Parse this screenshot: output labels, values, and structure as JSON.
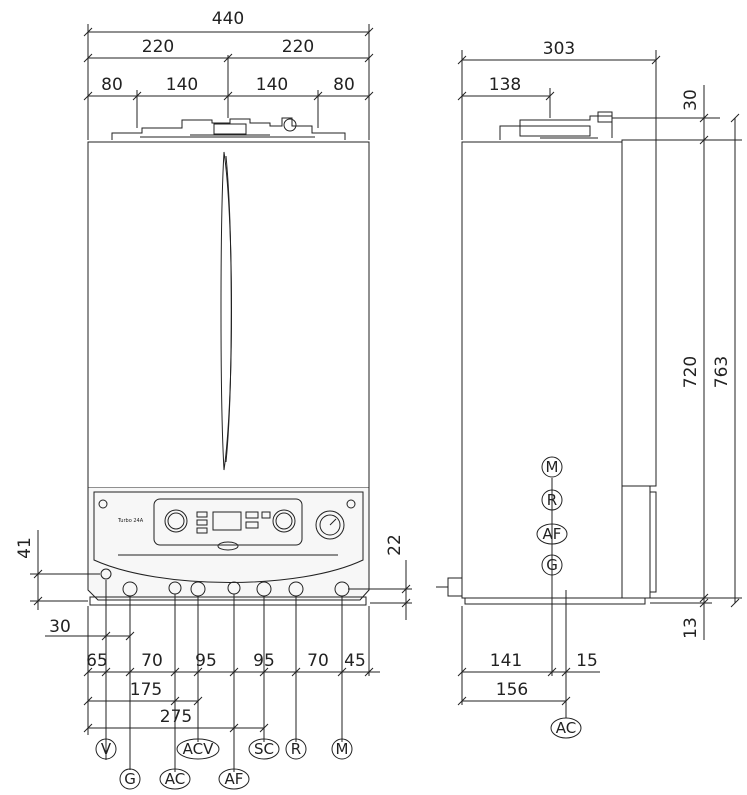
{
  "front_view": {
    "dims_top": {
      "overall": "440",
      "half_left": "220",
      "half_right": "220",
      "seg_80_left": "80",
      "seg_140_left": "140",
      "seg_140_right": "140",
      "seg_80_right": "80"
    },
    "dims_left": {
      "d41": "41",
      "d30": "30"
    },
    "dims_right": {
      "d22": "22"
    },
    "dims_bottom": {
      "d65": "65",
      "d70a": "70",
      "d95a": "95",
      "d95b": "95",
      "d70b": "70",
      "d45": "45",
      "d175": "175",
      "d275": "275"
    },
    "connections": [
      "V",
      "G",
      "AC",
      "ACV",
      "AF",
      "SC",
      "R",
      "M"
    ],
    "panel_brand": "Turbo 24A"
  },
  "side_view": {
    "dims_top": {
      "depth": "303",
      "d138": "138"
    },
    "dims_right": {
      "d30": "30",
      "d720": "720",
      "d763": "763",
      "d13": "13"
    },
    "dims_bottom": {
      "d141": "141",
      "d15": "15",
      "d156": "156"
    },
    "connections_stack": [
      "M",
      "R",
      "AF",
      "G"
    ],
    "connection_bottom": "AC"
  },
  "colors": {
    "line": "#222222",
    "panel_fill": "#f2f2f2"
  }
}
